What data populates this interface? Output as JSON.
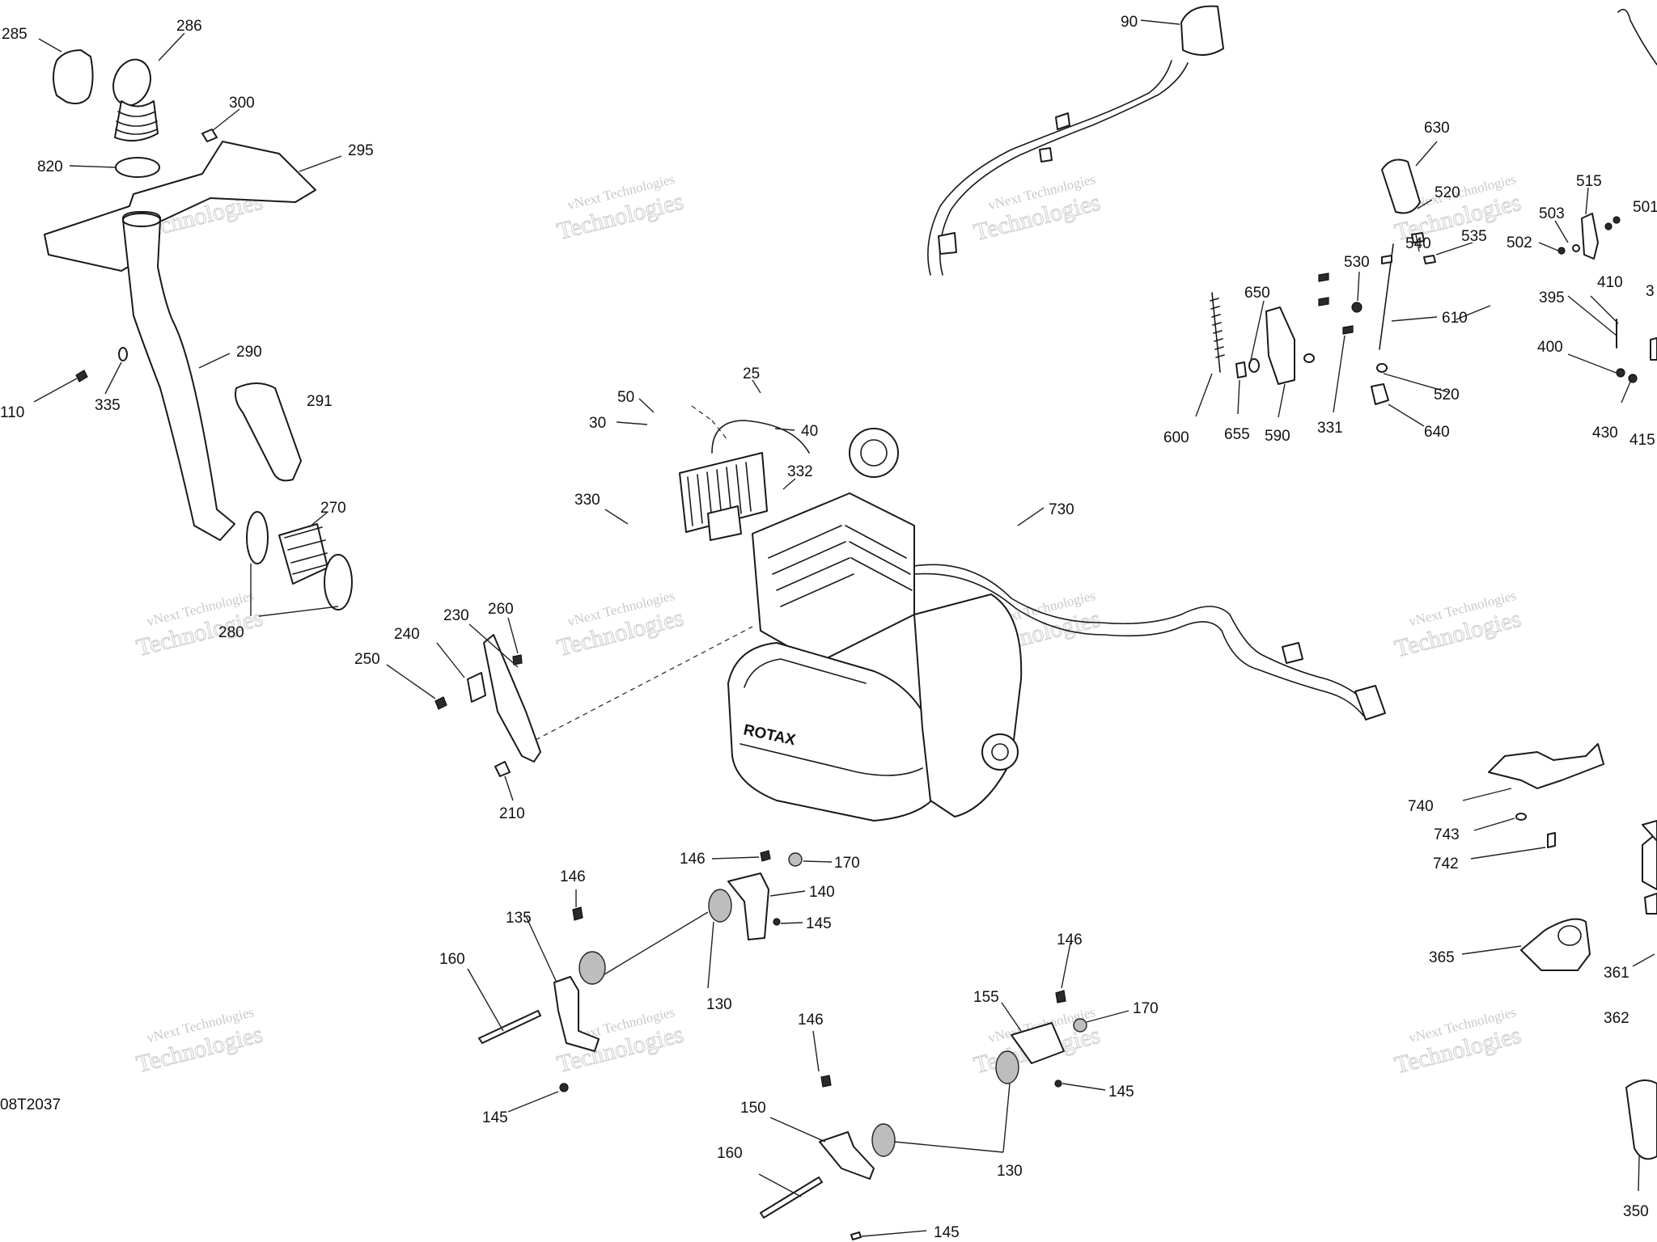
{
  "watermark": {
    "line1": "vNext Technologies",
    "line2": "Technologies"
  },
  "drawing_code": "08T2037",
  "engine_brand": "ROTAX",
  "callouts": [
    {
      "id": "c285",
      "text": "285"
    },
    {
      "id": "c286",
      "text": "286"
    },
    {
      "id": "c300",
      "text": "300"
    },
    {
      "id": "c295",
      "text": "295"
    },
    {
      "id": "c820",
      "text": "820"
    },
    {
      "id": "c290",
      "text": "290"
    },
    {
      "id": "c110",
      "text": "110"
    },
    {
      "id": "c335",
      "text": "335"
    },
    {
      "id": "c291",
      "text": "291"
    },
    {
      "id": "c270",
      "text": "270"
    },
    {
      "id": "c280",
      "text": "280"
    },
    {
      "id": "c90",
      "text": "90"
    },
    {
      "id": "c25",
      "text": "25"
    },
    {
      "id": "c50",
      "text": "50"
    },
    {
      "id": "c30",
      "text": "30"
    },
    {
      "id": "c40",
      "text": "40"
    },
    {
      "id": "c332",
      "text": "332"
    },
    {
      "id": "c330",
      "text": "330"
    },
    {
      "id": "c730",
      "text": "730"
    },
    {
      "id": "c230",
      "text": "230"
    },
    {
      "id": "c260",
      "text": "260"
    },
    {
      "id": "c240",
      "text": "240"
    },
    {
      "id": "c250",
      "text": "250"
    },
    {
      "id": "c210",
      "text": "210"
    },
    {
      "id": "c146a",
      "text": "146"
    },
    {
      "id": "c170a",
      "text": "170"
    },
    {
      "id": "c140",
      "text": "140"
    },
    {
      "id": "c145a",
      "text": "145"
    },
    {
      "id": "c146b",
      "text": "146"
    },
    {
      "id": "c135",
      "text": "135"
    },
    {
      "id": "c130a",
      "text": "130"
    },
    {
      "id": "c160a",
      "text": "160"
    },
    {
      "id": "c145b",
      "text": "145"
    },
    {
      "id": "c146c",
      "text": "146"
    },
    {
      "id": "c155",
      "text": "155"
    },
    {
      "id": "c170b",
      "text": "170"
    },
    {
      "id": "c145c",
      "text": "145"
    },
    {
      "id": "c146d",
      "text": "146"
    },
    {
      "id": "c150",
      "text": "150"
    },
    {
      "id": "c130b",
      "text": "130"
    },
    {
      "id": "c160b",
      "text": "160"
    },
    {
      "id": "c145d",
      "text": "145"
    },
    {
      "id": "c630",
      "text": "630"
    },
    {
      "id": "c520a",
      "text": "520"
    },
    {
      "id": "c515",
      "text": "515"
    },
    {
      "id": "c503",
      "text": "503"
    },
    {
      "id": "c501",
      "text": "501"
    },
    {
      "id": "c502",
      "text": "502"
    },
    {
      "id": "c535",
      "text": "535"
    },
    {
      "id": "c540",
      "text": "540"
    },
    {
      "id": "c530",
      "text": "530"
    },
    {
      "id": "c650",
      "text": "650"
    },
    {
      "id": "c610",
      "text": "610"
    },
    {
      "id": "c410",
      "text": "410"
    },
    {
      "id": "c395",
      "text": "395"
    },
    {
      "id": "c400",
      "text": "400"
    },
    {
      "id": "c520b",
      "text": "520"
    },
    {
      "id": "c600",
      "text": "600"
    },
    {
      "id": "c655",
      "text": "655"
    },
    {
      "id": "c590",
      "text": "590"
    },
    {
      "id": "c331",
      "text": "331"
    },
    {
      "id": "c640",
      "text": "640"
    },
    {
      "id": "c430",
      "text": "430"
    },
    {
      "id": "c415",
      "text": "415"
    },
    {
      "id": "c3",
      "text": "3"
    },
    {
      "id": "c740",
      "text": "740"
    },
    {
      "id": "c743",
      "text": "743"
    },
    {
      "id": "c742",
      "text": "742"
    },
    {
      "id": "c365",
      "text": "365"
    },
    {
      "id": "c361",
      "text": "361"
    },
    {
      "id": "c362",
      "text": "362"
    },
    {
      "id": "c350",
      "text": "350"
    }
  ]
}
